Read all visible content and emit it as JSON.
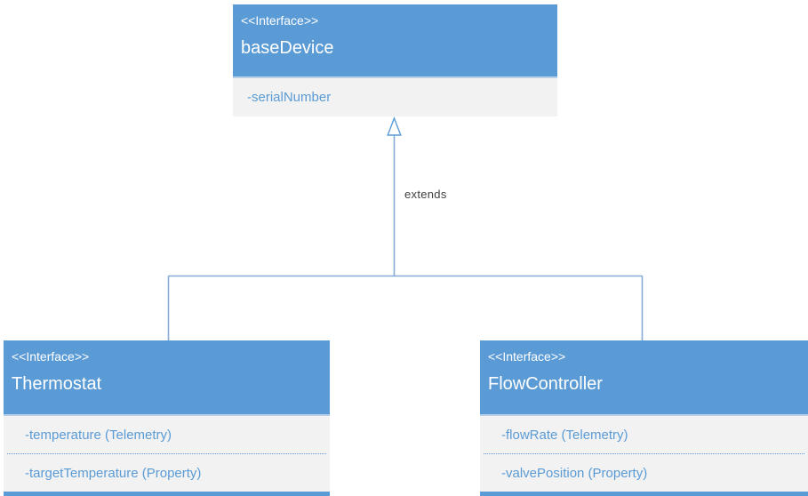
{
  "diagram": {
    "edge_label": "extends",
    "base_interface": {
      "stereotype": "<<Interface>>",
      "name": "baseDevice",
      "members": [
        "-serialNumber"
      ]
    },
    "children": [
      {
        "stereotype": "<<Interface>>",
        "name": "Thermostat",
        "members": [
          "-temperature (Telemetry)",
          "-targetTemperature (Property)"
        ]
      },
      {
        "stereotype": "<<Interface>>",
        "name": "FlowController",
        "members": [
          "-flowRate (Telemetry)",
          "-valvePosition (Property)"
        ]
      }
    ],
    "colors": {
      "header_bg": "#5b9bd5",
      "header_text": "#ffffff",
      "member_bg": "#f2f2f2",
      "member_text": "#5b9bd5",
      "connector_line": "#85abd6",
      "edge_label_text": "#3f3f3f"
    }
  }
}
